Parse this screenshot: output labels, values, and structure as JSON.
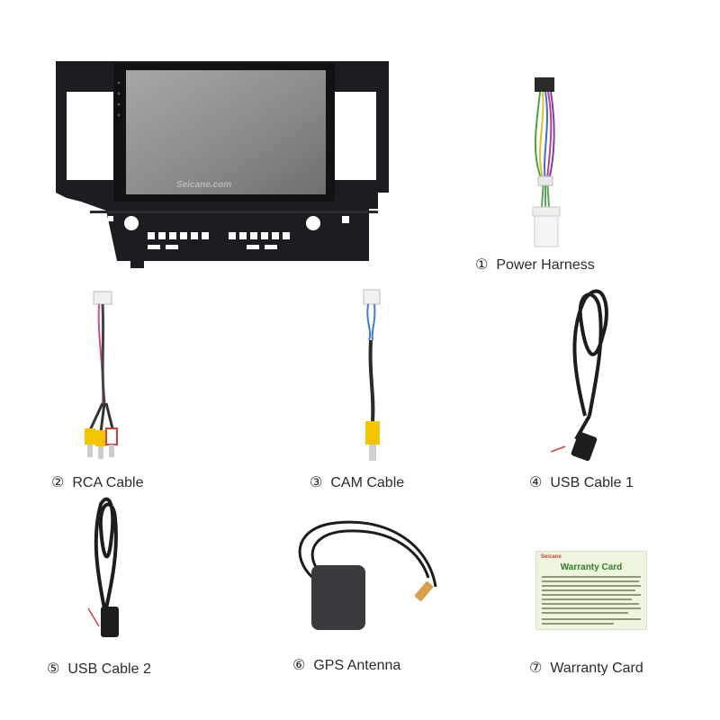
{
  "head_unit": {
    "watermark": "Seicane.com"
  },
  "items": [
    {
      "num": "①",
      "label": "Power Harness"
    },
    {
      "num": "②",
      "label": "RCA Cable"
    },
    {
      "num": "③",
      "label": "CAM Cable"
    },
    {
      "num": "④",
      "label": "USB Cable 1"
    },
    {
      "num": "⑤",
      "label": "USB Cable 2"
    },
    {
      "num": "⑥",
      "label": "GPS Antenna"
    },
    {
      "num": "⑦",
      "label": "Warranty Card"
    }
  ],
  "warranty_card": {
    "brand": "Seicane",
    "title": "Warranty Card"
  },
  "colors": {
    "frame": "#1c1d20",
    "screen": "#8e8e8e",
    "warranty_bg": "#eef5df",
    "warranty_title": "#2f7d2a",
    "rca_yellow": "#f2c500"
  }
}
